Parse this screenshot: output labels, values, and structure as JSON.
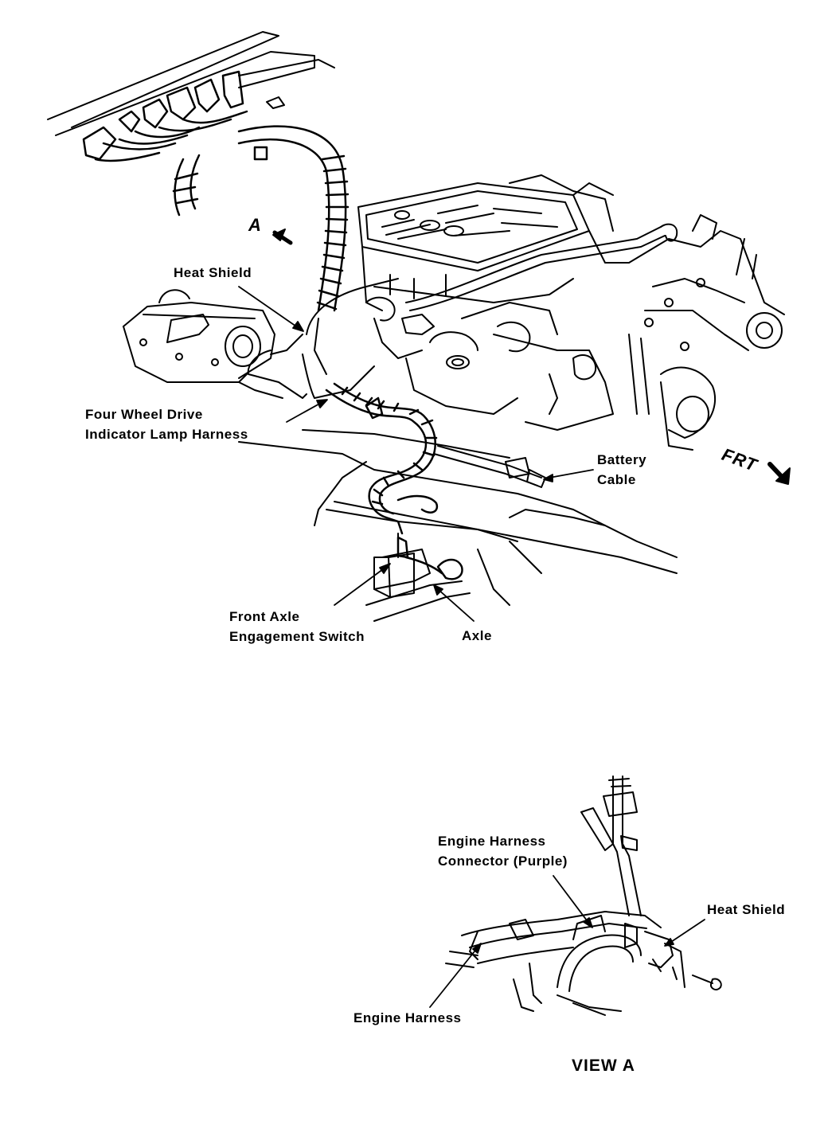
{
  "labels": {
    "view_marker": "A",
    "heat_shield_main": "Heat Shield",
    "indicator_harness_line1": "Four Wheel Drive",
    "indicator_harness_line2": "Indicator Lamp Harness",
    "battery_cable_line1": "Battery",
    "battery_cable_line2": "Cable",
    "front_direction": "FRT",
    "switch_line1": "Front Axle",
    "switch_line2": "Engagement Switch",
    "axle": "Axle",
    "engine_connector_line1": "Engine Harness",
    "engine_connector_line2": "Connector (Purple)",
    "heat_shield_view": "Heat Shield",
    "engine_harness": "Engine Harness",
    "view_title": "VIEW A"
  },
  "colors": {
    "ink": "#000000",
    "paper": "#ffffff"
  }
}
